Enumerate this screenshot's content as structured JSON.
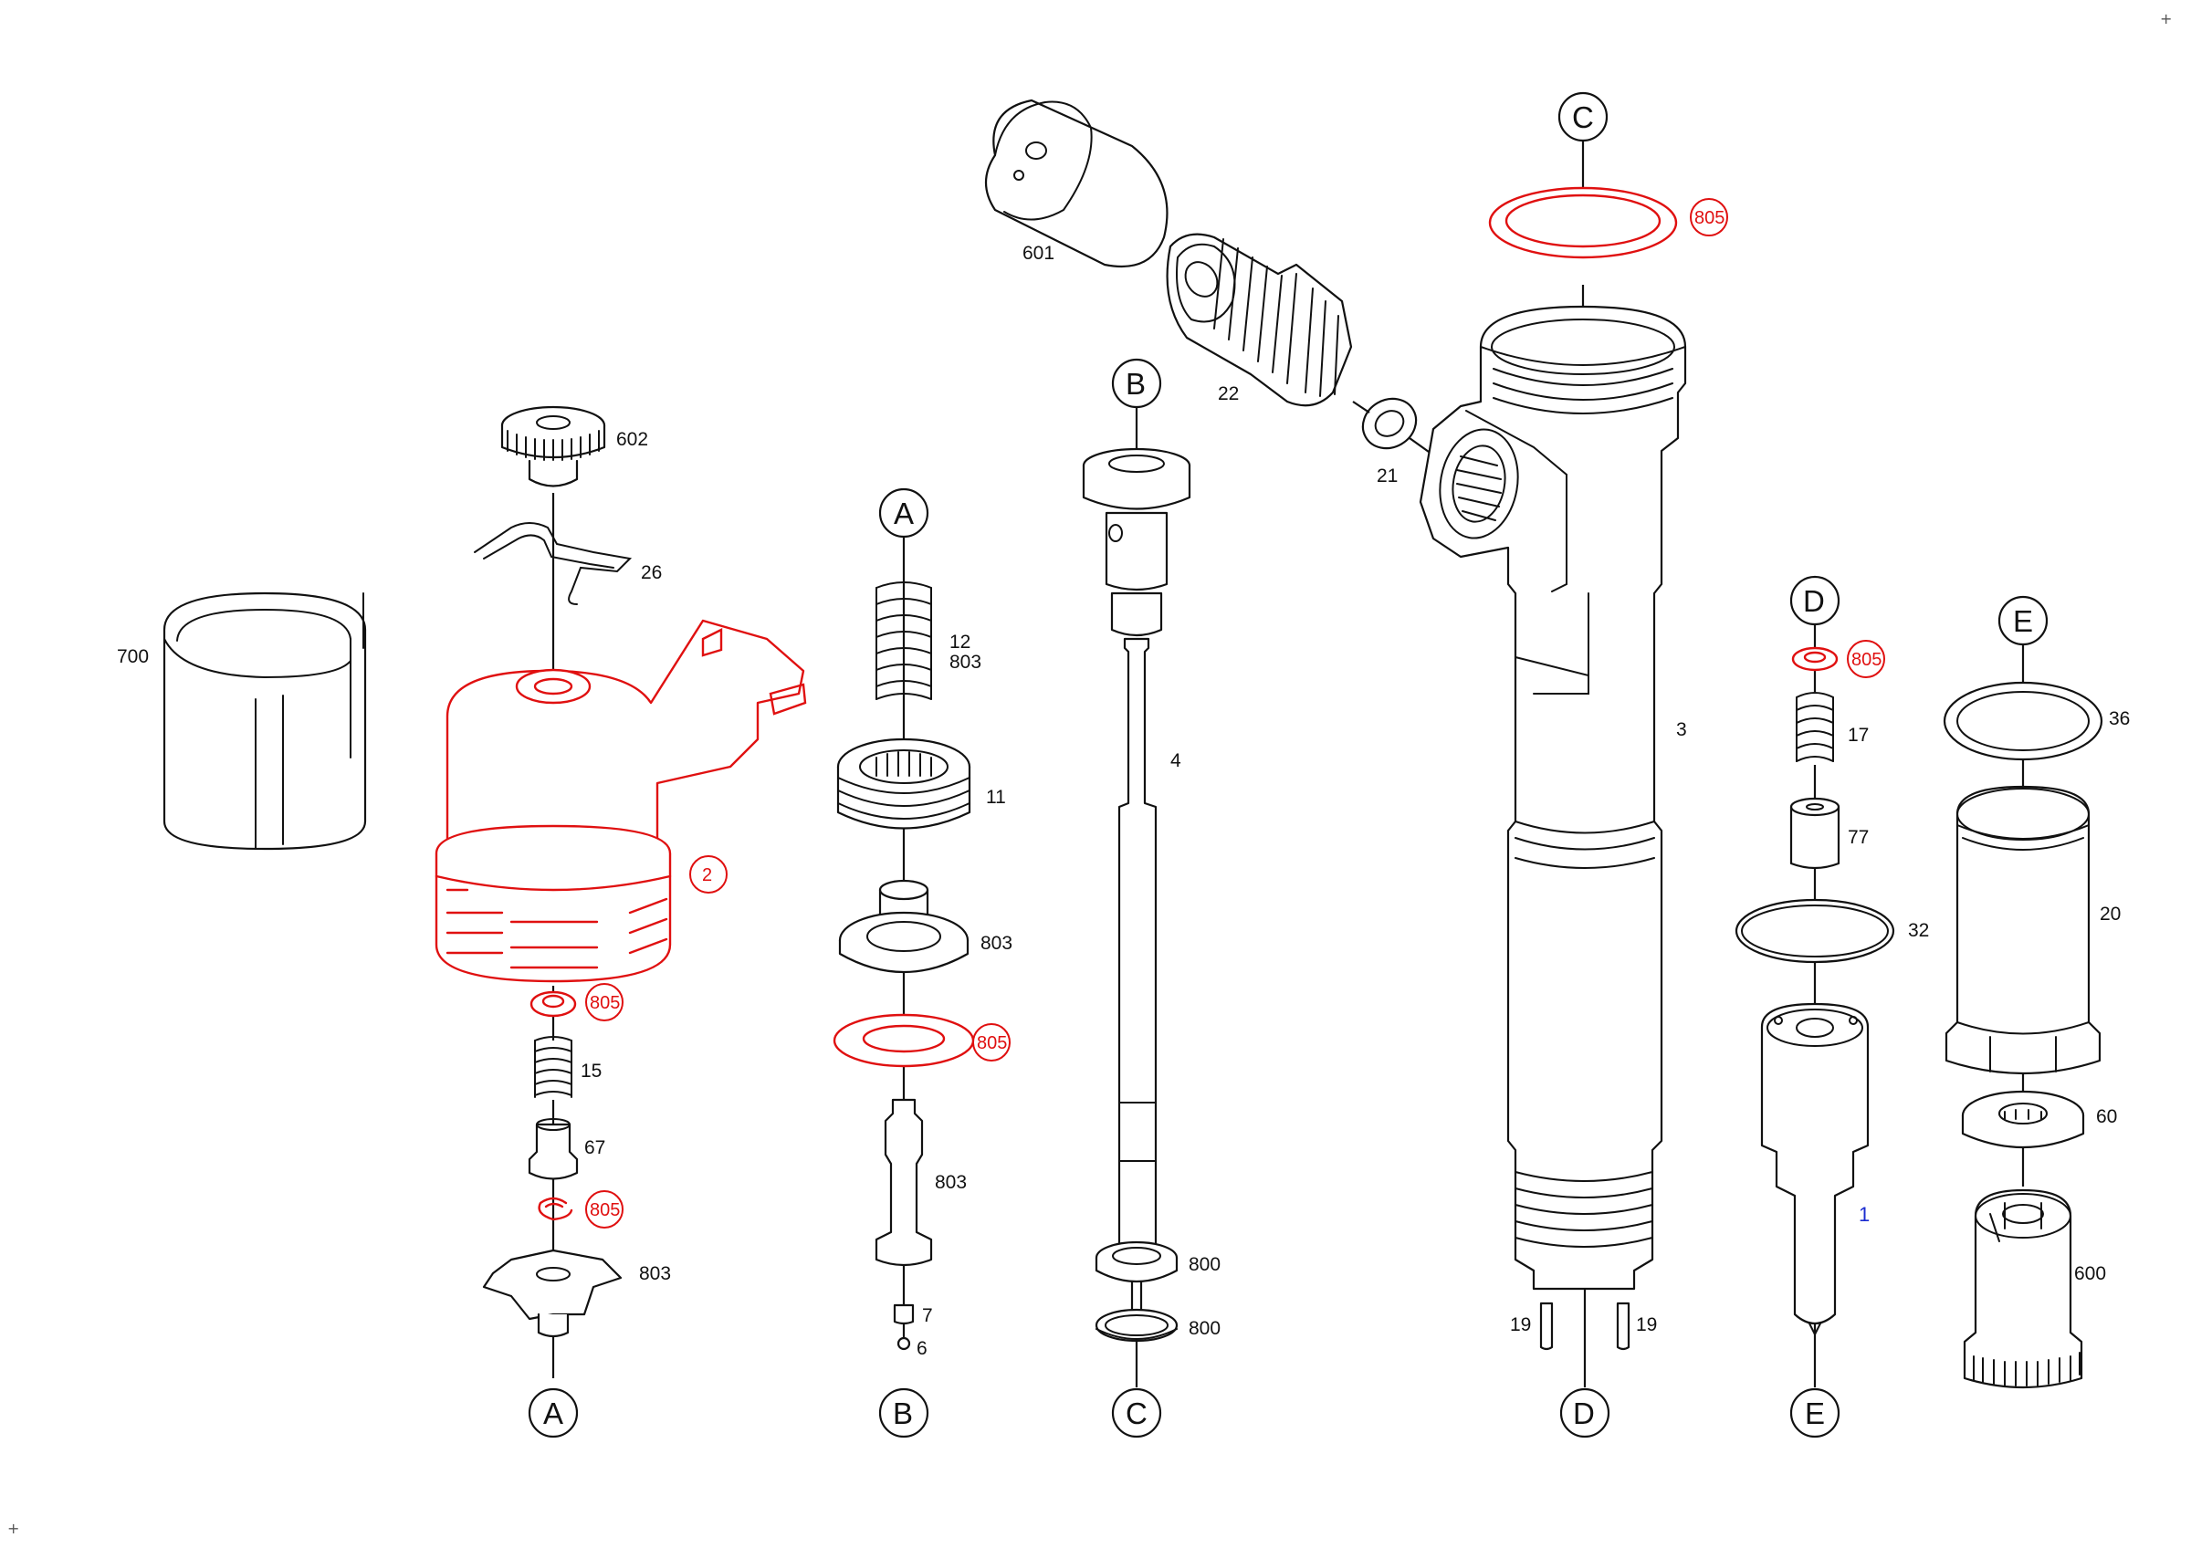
{
  "diagram": {
    "corner_marks": {
      "top_right": "+",
      "bottom_left": "+"
    },
    "parts": {
      "p700": "700",
      "p602": "602",
      "p26": "26",
      "p2": "2",
      "p15": "15",
      "p67": "67",
      "p803_a": "803",
      "p12": "12",
      "p803_b": "803",
      "p11": "11",
      "p803_c": "803",
      "p803_d": "803",
      "p7": "7",
      "p6": "6",
      "p601": "601",
      "p22": "22",
      "p21": "21",
      "p4": "4",
      "p800_a": "800",
      "p800_b": "800",
      "p3": "3",
      "p19_a": "19",
      "p19_b": "19",
      "p17": "17",
      "p77": "77",
      "p32": "32",
      "p1": "1",
      "p36": "36",
      "p20": "20",
      "p60": "60",
      "p600": "600"
    },
    "badges": {
      "b805_1": "805",
      "b805_2": "805",
      "b805_3": "805",
      "b805_4": "805",
      "b805_5": "805"
    },
    "connectors": {
      "A_top": "A",
      "A_bottom": "A",
      "B_top": "B",
      "B_bottom": "B",
      "C_top": "C",
      "C_bottom": "C",
      "D_top": "D",
      "D_bottom": "D",
      "E_top": "E",
      "E_bottom": "E"
    },
    "colors": {
      "line": "#111111",
      "highlight": "#e01010",
      "label_blue": "#1a2bd0"
    }
  }
}
